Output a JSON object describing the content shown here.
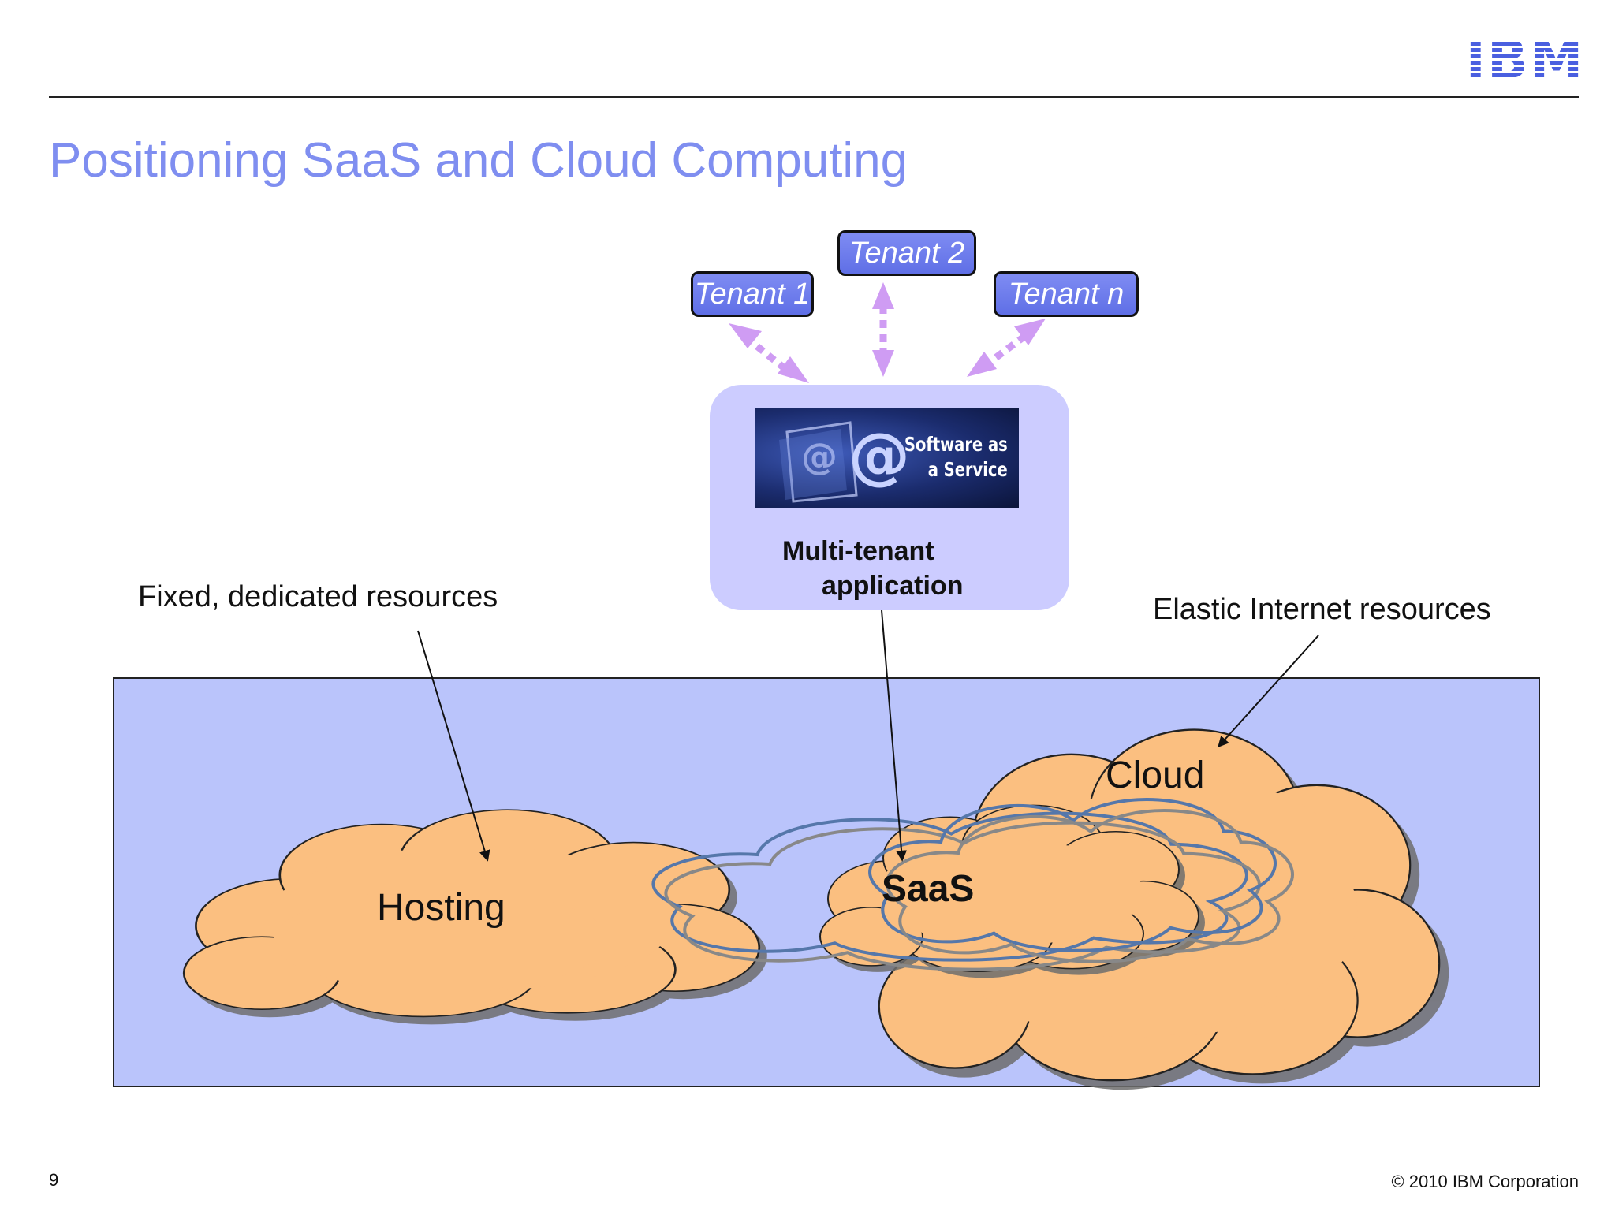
{
  "header": {
    "logo": "IBM",
    "title": "Positioning SaaS and Cloud Computing"
  },
  "diagram": {
    "tenants": [
      "Tenant 1",
      "Tenant 2",
      "Tenant n"
    ],
    "saas_banner": {
      "line1": "Software as",
      "line2": "a Service"
    },
    "multitenant_label": {
      "line1": "Multi-tenant",
      "line2": "application"
    },
    "annotations": {
      "fixed": "Fixed, dedicated resources",
      "elastic": "Elastic Internet resources"
    },
    "clouds": {
      "hosting": "Hosting",
      "saas": "SaaS",
      "cloud": "Cloud"
    },
    "colors": {
      "panel": "#bac4fb",
      "cloud_fill": "#fbbf80",
      "tenant_fill": "#6f7eef",
      "arrow_dotted": "#cf9cf3",
      "ring_blue": "#5577aa",
      "ring_gray": "#888888"
    }
  },
  "footer": {
    "page_number": "9",
    "copyright": "© 2010 IBM Corporation"
  }
}
